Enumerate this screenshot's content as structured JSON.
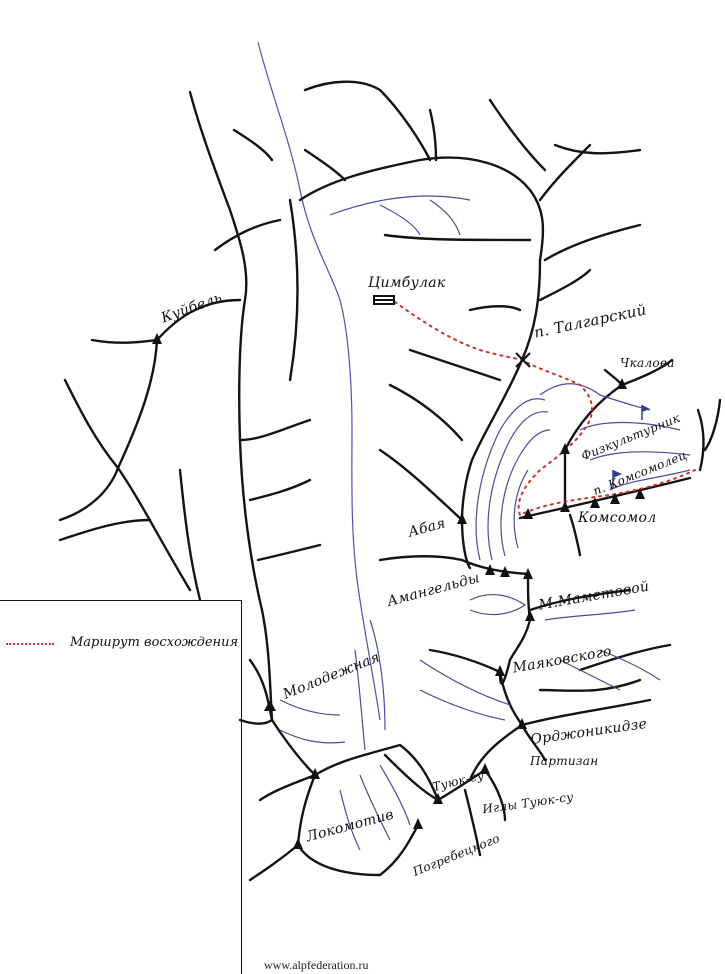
{
  "map": {
    "labels": {
      "kuigbel": "Куйбель",
      "tsimbulak": "Цимбулак",
      "talgar_pass": "п. Талгарский",
      "chkalova": "Чкалова",
      "fizkulturnik": "Физкультурник",
      "komsomolets": "п. Комсомолец",
      "komsomol": "Комсомол",
      "abaya": "Абая",
      "amangeldy": "Амангельды",
      "mametova": "М.Маметовой",
      "mayakovskogo": "Маяковского",
      "ordzhonikidze": "Орджоникидзе",
      "partizan": "Партизан",
      "molodezhnaya": "Молодежная",
      "tuyuk_su": "Туюк-су",
      "igly_tuyuk_su": "Иглы Туюк-су",
      "pogrebetskogo": "Погребецкого",
      "lokomotiv": "Локомотив"
    },
    "legend": {
      "route_text": "Маршрут восхождения"
    },
    "colors": {
      "ridge": "#141414",
      "glacier": "#4b4ba0",
      "route": "#d4302a"
    },
    "footer": "www.alpfederation.ru"
  }
}
